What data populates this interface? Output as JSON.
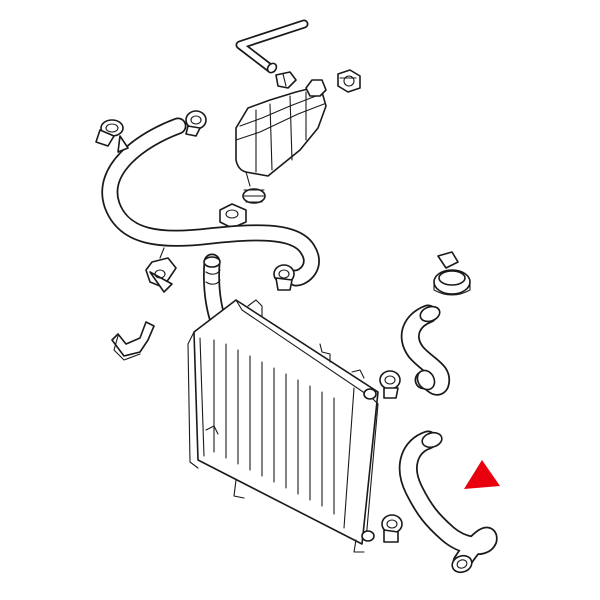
{
  "diagram": {
    "background": "#ffffff",
    "line_color": "#1a1a1a",
    "pointer_color": "#e8000f",
    "parts": [
      {
        "id": "vent-hose",
        "icon": "bent-tube"
      },
      {
        "id": "expansion-tank",
        "icon": "reservoir"
      },
      {
        "id": "tank-cap",
        "icon": "hex-cap"
      },
      {
        "id": "overflow-hose",
        "icon": "curved-hose"
      },
      {
        "id": "upper-radiator-hose",
        "icon": "curved-hose"
      },
      {
        "id": "radiator",
        "icon": "radiator-core"
      },
      {
        "id": "lower-radiator-hose",
        "icon": "curved-hose"
      },
      {
        "id": "return-hose",
        "icon": "curved-hose"
      },
      {
        "id": "hose-clamps",
        "icon": "clamp"
      },
      {
        "id": "mounting-bracket",
        "icon": "bracket"
      }
    ],
    "highlighted_part": "lower-radiator-hose"
  }
}
